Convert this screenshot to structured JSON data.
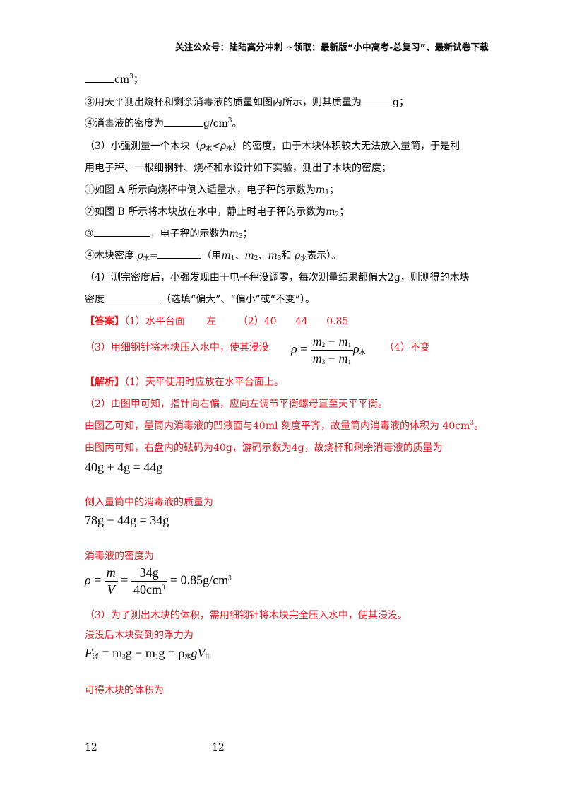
{
  "header": "关注公众号：陆陆高分冲刺  ~领取：最新版“小中高考-总复习”、最新试卷下载",
  "q": {
    "l1_unit": "cm",
    "l1_sup": "3",
    "l1_end": "；",
    "l2": "③用天平测出烧杯和剩余消毒液的质量如图丙所示，则其质量为",
    "l2_end": "g；",
    "l3": "④消毒液的密度为",
    "l3_unit": "g/cm",
    "l3_sup": "3",
    "l3_end": "。",
    "l4a": "（3）小强测量一个木块（",
    "rho": "ρ",
    "mu": "木",
    "lt": "<",
    "shui": "水",
    "l4b": "）的密度，由于木块体积较大无法放入量筒，于是利",
    "l5": "用电子秤、一根细钢针、烧杯和水设计如下实验，测出了木块的密度；",
    "l6": "①如图 A 所示向烧杯中倒入适量水，电子秤的示数为",
    "m": "m",
    "s1": "1",
    "s2": "2",
    "s3": "3",
    "semi": "；",
    "l7": "②如图 B 所示将木块放在水中，静止时电子秤的示数为",
    "l8a": "③",
    "l8b": "，电子秤的示数为",
    "l9a": "④木块密度",
    "l9eq": "=",
    "l9b": "（用",
    "comma": "、",
    "he": "和",
    "l9c": "表示）。",
    "l10": "（4）测完密度后，小强发现由于电子秤没调零，每次测量结果都偏大2g，则测得的木块",
    "l11a": "密度",
    "l11b": "（选填“偏大”、“偏小”或“不变”）。"
  },
  "ans": {
    "label": "【答案】",
    "a1": "（1）水平台面",
    "a2": "左",
    "a3": "（2）40",
    "a4": "44",
    "a5": "0.85",
    "b1": "（3）用细钢针将木块压入水中，使其浸没",
    "b2": "（4）不变",
    "f_minus": "−"
  },
  "jx": {
    "label": "【解析】",
    "p1": "（1）天平使用时应放在水平台面上。",
    "p2": "（2）由图甲可知，指针向右偏，应向左调节平衡螺母直至天平平衡。",
    "p3": "由图乙可知，量筒内消毒液的凹液面与40ml 刻度平齐，故量筒内消毒液的体积为 40cm",
    "p3_sup": "3",
    "p3_end": "。",
    "p4": "由图丙可知，右盘内的砝码为40g，游码示数为4g，故烧杯和剩余消毒液的质量为",
    "e1": "40g + 4g = 44g",
    "p5": "倒入量筒中的消毒液的质量为",
    "e2": "78g − 44g = 34g",
    "p6": "消毒液的密度为",
    "e3_V": "V",
    "e3_eq": "=",
    "e3_num": "34g",
    "e3_den": "40cm",
    "e3_sup": "3",
    "e3_res": "= 0.85g/cm",
    "p7": "（3）为了测出木块的体积，需用细钢针将木块完全压入水中，使其浸没。",
    "p8": "浸没后木块受到的浮力为",
    "e4_F": "F",
    "e4_fu": "浮",
    "e4_mid": "= m",
    "e4_g1": "g − m",
    "e4_g2": "g = ρ",
    "e4_g": "gV",
    "e4_pai": "排",
    "p9": "可得木块的体积为"
  },
  "footer": {
    "left": "12",
    "center": "12"
  }
}
